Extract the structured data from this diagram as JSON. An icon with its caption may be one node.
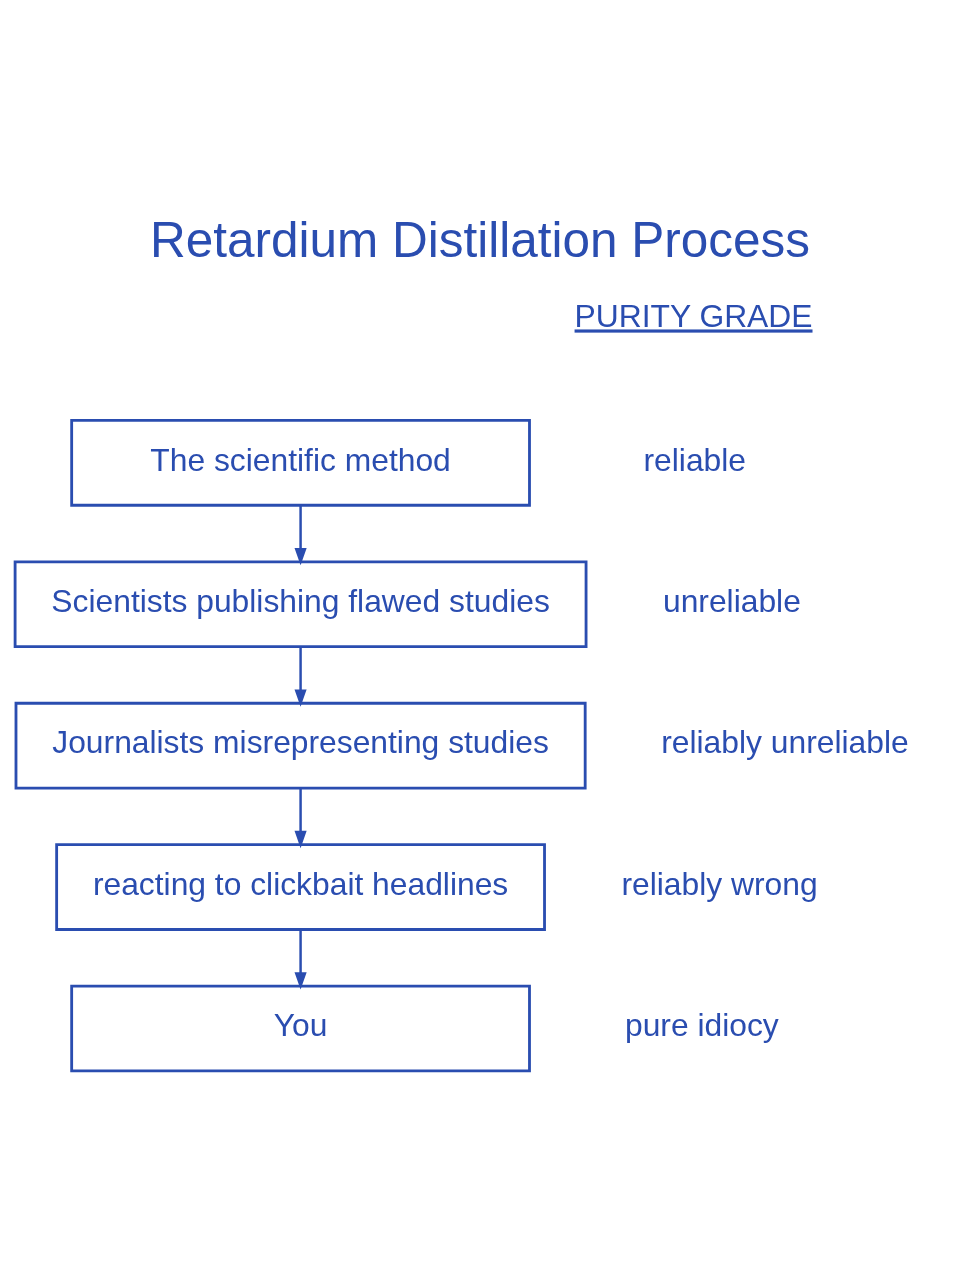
{
  "diagram": {
    "title": "Retardium Distillation Process",
    "nodes": [
      {
        "text": [
          "The scientific method"
        ],
        "beside": [
          "reliable"
        ]
      },
      {
        "text": [
          "Scientists publishing flawed studies"
        ],
        "beside": [
          "unreliable"
        ]
      },
      {
        "text": [
          "Journalists misrepresenting studies"
        ],
        "beside": [
          "reliably unreliable"
        ]
      },
      {
        "text": [
          "reacting to clickbait headlines"
        ],
        "beside": [
          "reliably wrong"
        ]
      },
      {
        "text": [
          "You"
        ],
        "beside": [
          "pure idiocy"
        ]
      }
    ],
    "edges": [
      {
        "from": 0,
        "to": 1,
        "arrow": "to"
      },
      {
        "from": 1,
        "to": 2,
        "arrow": "to"
      },
      {
        "from": 2,
        "to": 3,
        "arrow": "to"
      },
      {
        "from": 3,
        "to": 4,
        "arrow": "to"
      }
    ],
    "labels": [
      "PURITY GRADE"
    ]
  }
}
